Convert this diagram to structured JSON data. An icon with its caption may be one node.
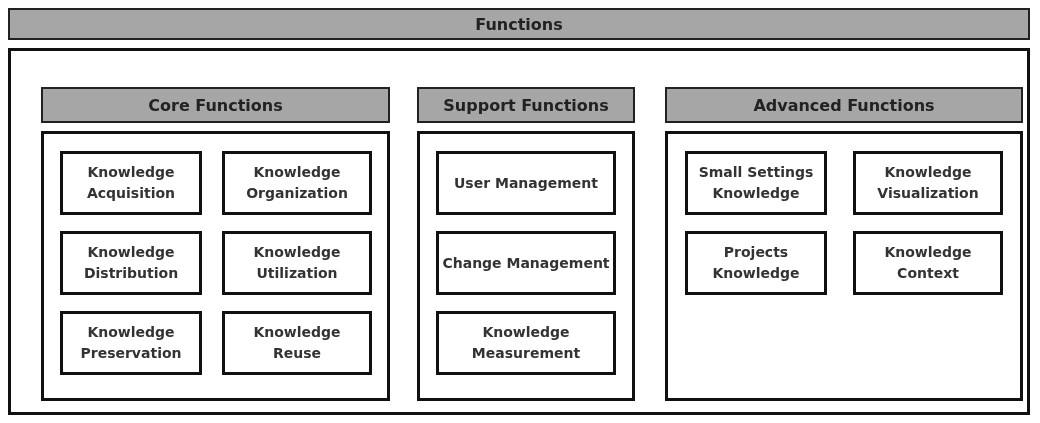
{
  "diagram": {
    "nodes": [
      {
        "text": [
          "Functions"
        ]
      },
      {
        "text": [
          "Core Functions"
        ],
        "in": 0
      },
      {
        "text": [
          "Knowledge Acquisition"
        ],
        "in": 1
      },
      {
        "text": [
          "Knowledge Organization"
        ],
        "in": 1
      },
      {
        "text": [
          "Knowledge Distribution"
        ],
        "in": 1
      },
      {
        "text": [
          "Knowledge Utilization"
        ],
        "in": 1
      },
      {
        "text": [
          "Knowledge Preservation"
        ],
        "in": 1
      },
      {
        "text": [
          "Knowledge Reuse"
        ],
        "in": 1
      },
      {
        "text": [
          "Support Functions"
        ],
        "in": 0
      },
      {
        "text": [
          "User Management"
        ],
        "in": 8
      },
      {
        "text": [
          "Change Management"
        ],
        "in": 8
      },
      {
        "text": [
          "Knowledge Measurement"
        ],
        "in": 8
      },
      {
        "text": [
          "Advanced Functions"
        ],
        "in": 0
      },
      {
        "text": [
          "Small Settings Knowledge"
        ],
        "in": 12
      },
      {
        "text": [
          "Knowledge Visualization"
        ],
        "in": 12
      },
      {
        "text": [
          "Projects Knowledge"
        ],
        "in": 12
      },
      {
        "text": [
          "Knowledge Context"
        ],
        "in": 12
      }
    ],
    "edges": []
  }
}
